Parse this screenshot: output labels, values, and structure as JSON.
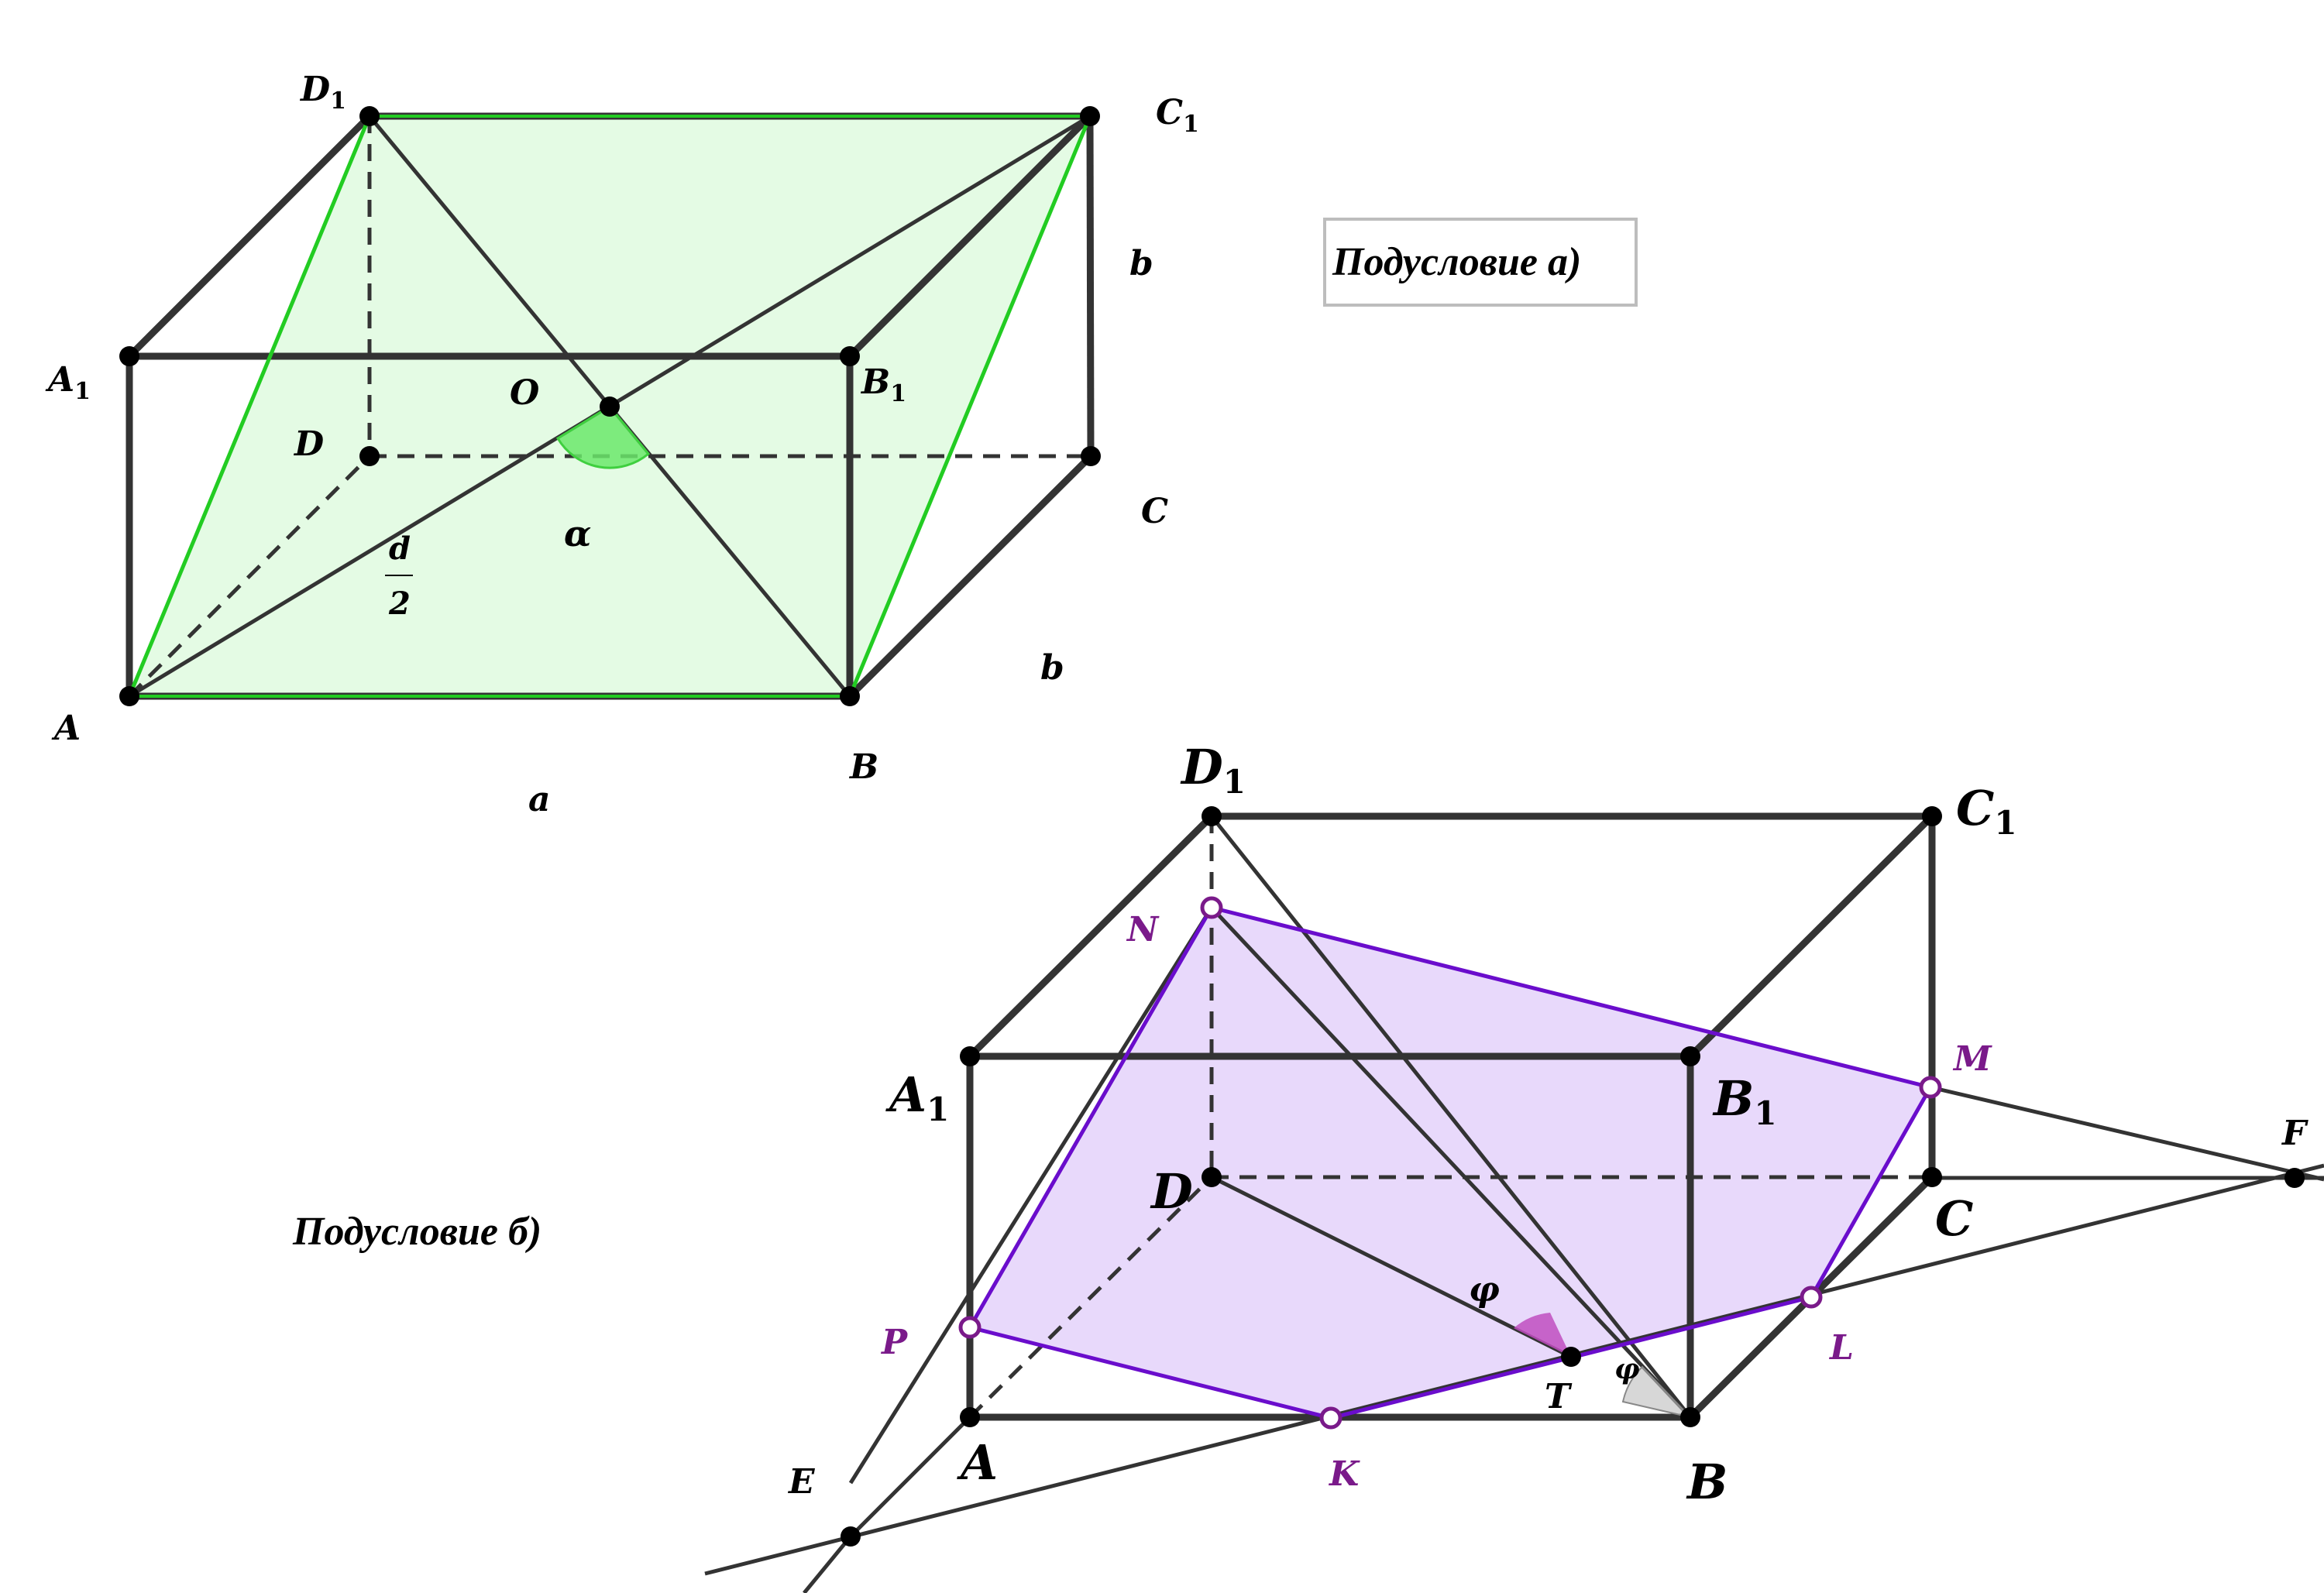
{
  "captions": {
    "part_a": "Подусловие а)",
    "part_b": "Подусловие б)"
  },
  "colors": {
    "edge": "#333333",
    "green_line": "#22cc22",
    "green_fill": "#e4fbe4",
    "angle_fill": "#6be86b",
    "purple_line": "#6a0dcc",
    "purple_fill": "#e8d9fb",
    "purple_label": "#7a1a8a",
    "phi_fill": "#c04ec0",
    "phi_small_fill": "#bdbdbd"
  },
  "figure_a": {
    "labels": {
      "A": "A",
      "B": "B",
      "C": "C",
      "D": "D",
      "A1": "A",
      "B1": "B",
      "C1": "C",
      "D1": "D",
      "sub1": "1",
      "O": "O",
      "alpha": "α",
      "d_num": "d",
      "d_den": "2",
      "a": "a",
      "b_vertical": "b",
      "b_depth": "b"
    }
  },
  "figure_b": {
    "labels": {
      "A": "A",
      "B": "B",
      "C": "C",
      "D": "D",
      "A1": "A",
      "B1": "B",
      "C1": "C",
      "D1": "D",
      "sub1": "1",
      "N": "N",
      "M": "M",
      "P": "P",
      "K": "K",
      "L": "L",
      "T": "T",
      "E": "E",
      "F": "F",
      "phi": "φ",
      "phi2": "φ"
    }
  }
}
